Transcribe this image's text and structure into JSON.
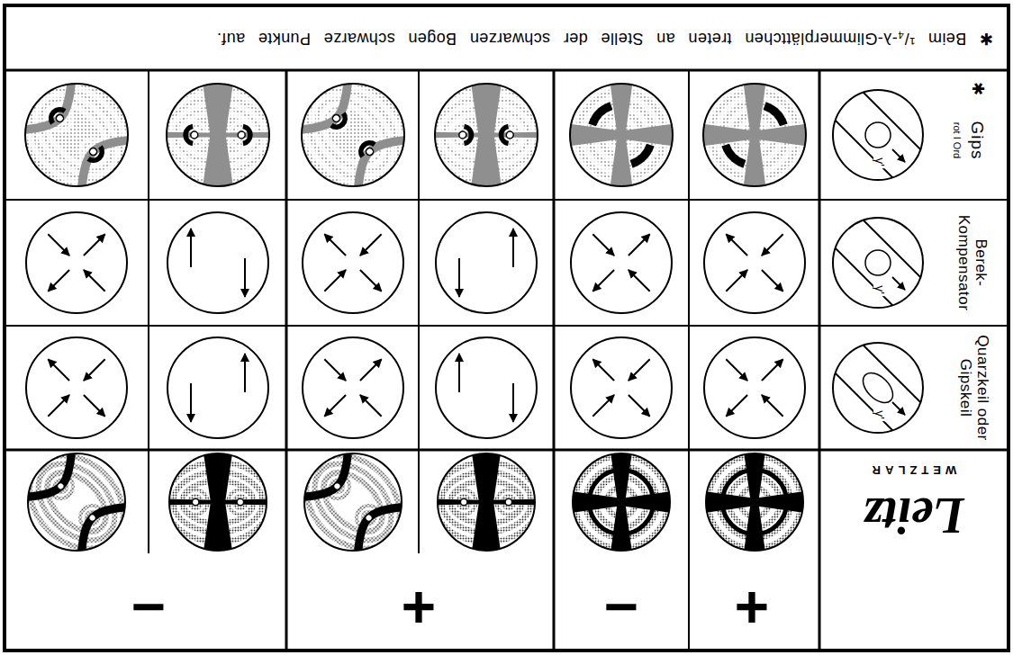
{
  "diagram": {
    "caption": "✱ Beim ¹/₄-λ-Glimmerplättchen treten an Stelle der schwarzen Bogen schwarze Punkte auf.",
    "labels": [
      "Leitz",
      "WETZLAR",
      "+",
      "−",
      "+",
      "−",
      "Quarzkeil oder Gipskeil",
      "Berek- Kompensator",
      "✱",
      "Gips",
      "rot I Ord",
      "γ'",
      "γ'",
      "γ'"
    ]
  }
}
